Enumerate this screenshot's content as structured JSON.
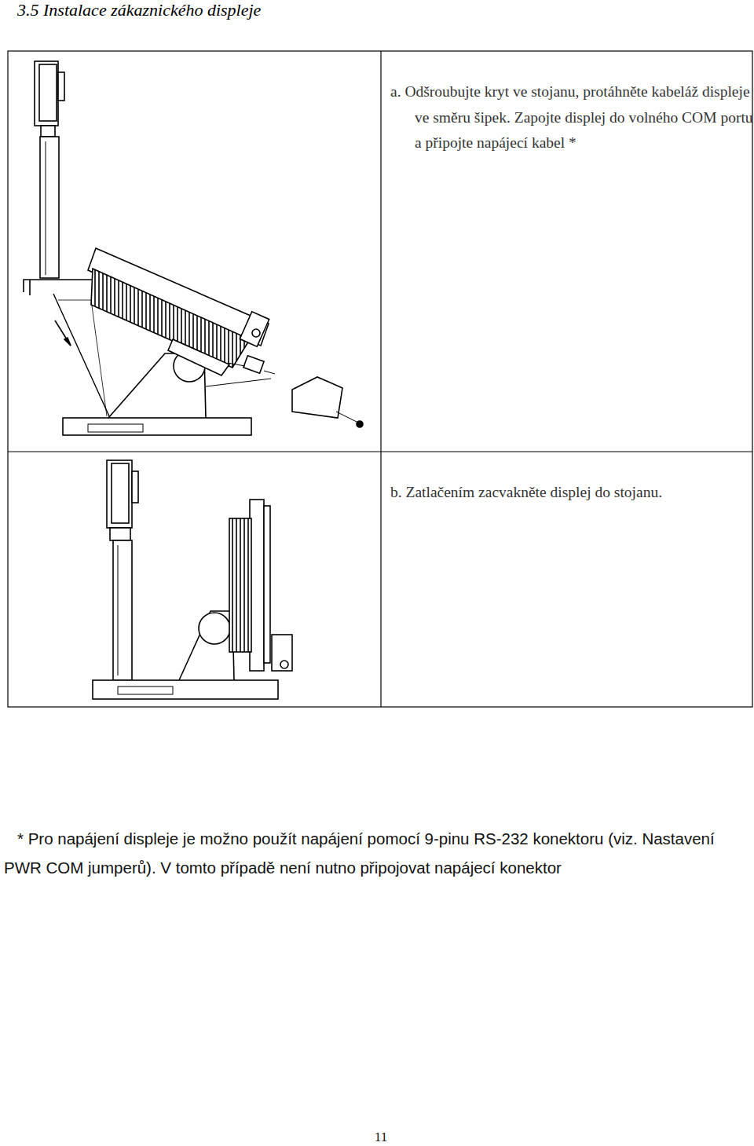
{
  "diagram": {
    "title": "3.5 Instalace zákaznického displeje",
    "labels": [
      "a. Odšroubujte kryt ve stojanu, protáhněte kabeláž displeje ve směru šipek. Zapojte displej do volného COM portu a připojte napájecí kabel *",
      "b. Zatlačením zacvakněte displej do stojanu.",
      "* Pro napájení displeje je možno použít napájení pomocí 9-pinu RS-232 konektoru (viz. Nastavení PWR COM jumperů). V tomto případě není nutno připojovat napájecí konektor",
      "11"
    ]
  }
}
